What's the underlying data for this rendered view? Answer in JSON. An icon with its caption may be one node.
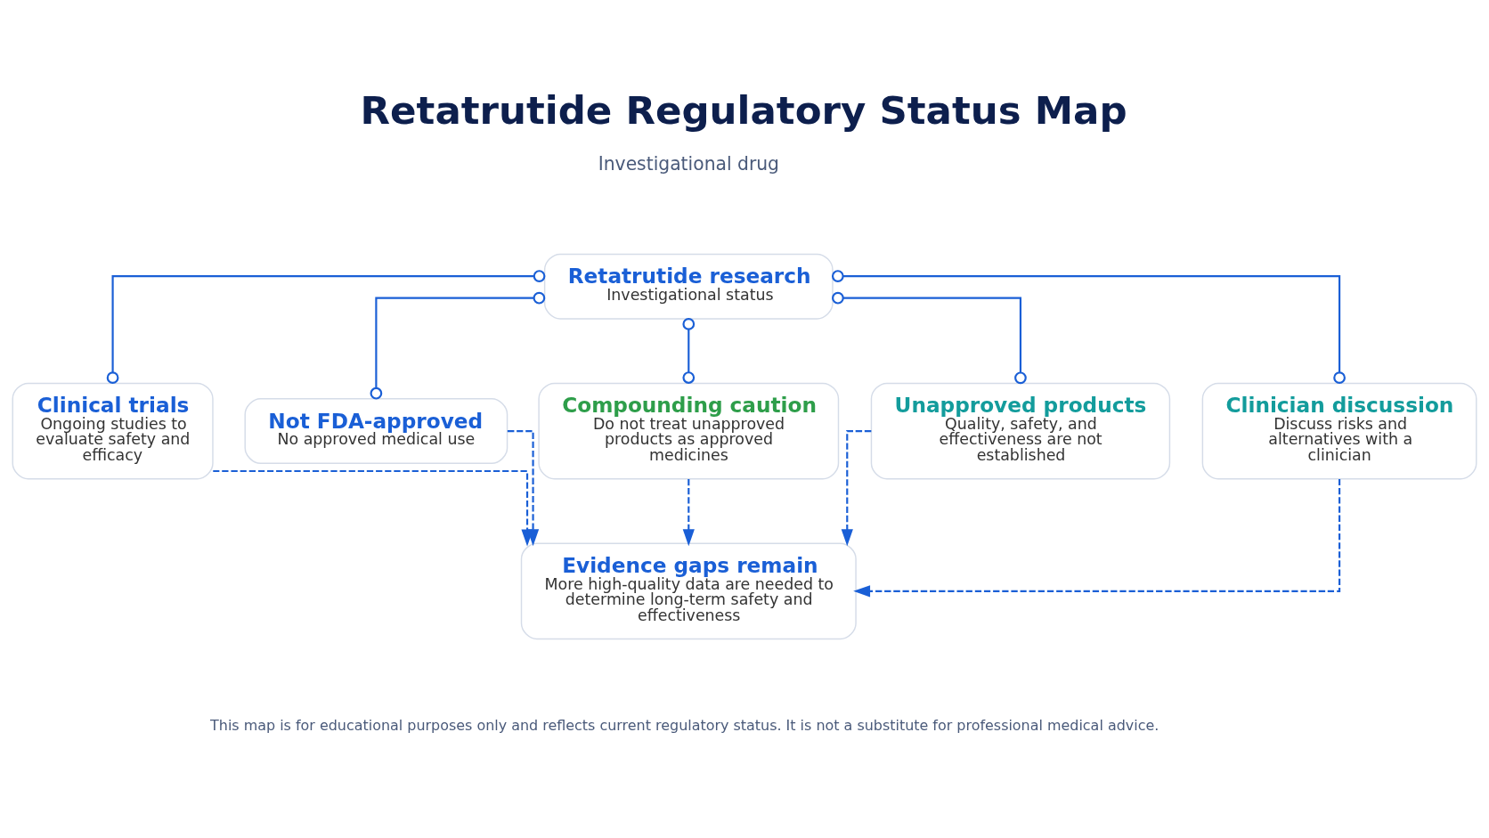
{
  "diagram": {
    "title": "Retatrutide Regulatory Status Map",
    "nodes": [
      {
        "text": [
          "Retatrutide research",
          "Investigational status"
        ]
      },
      {
        "text": [
          "Clinical trials",
          "Ongoing studies to evaluate safety and efficacy"
        ]
      },
      {
        "text": [
          "Not FDA-approved",
          "No approved medical use"
        ]
      },
      {
        "text": [
          "Compounding caution",
          "Do not treat unapproved products as approved medicines"
        ]
      },
      {
        "text": [
          "Unapproved products",
          "Quality, safety, and effectiveness are not established"
        ]
      },
      {
        "text": [
          "Clinician discussion",
          "Discuss risks and alternatives with a clinician"
        ]
      },
      {
        "text": [
          "Evidence gaps remain",
          "More high-quality data are needed to determine long-term safety and effectiveness"
        ]
      }
    ],
    "edges": [
      {
        "from": 0,
        "to": 1,
        "arrow": "other"
      },
      {
        "from": 0,
        "to": 2,
        "arrow": "other"
      },
      {
        "from": 0,
        "to": 3,
        "arrow": "other"
      },
      {
        "from": 0,
        "to": 4,
        "arrow": "other"
      },
      {
        "from": 0,
        "to": 5,
        "arrow": "other"
      },
      {
        "from": 1,
        "to": 6,
        "arrow": "to",
        "style": "dashed"
      },
      {
        "from": 2,
        "to": 6,
        "arrow": "to",
        "style": "dashed"
      },
      {
        "from": 3,
        "to": 6,
        "arrow": "to",
        "style": "dashed"
      },
      {
        "from": 4,
        "to": 6,
        "arrow": "to",
        "style": "dashed"
      },
      {
        "from": 5,
        "to": 6,
        "arrow": "to",
        "style": "dashed"
      }
    ],
    "labels": [
      "Investigational drug",
      "This map is for educational purposes only and reflects current regulatory status. It is not a substitute for professional medical advice."
    ]
  }
}
